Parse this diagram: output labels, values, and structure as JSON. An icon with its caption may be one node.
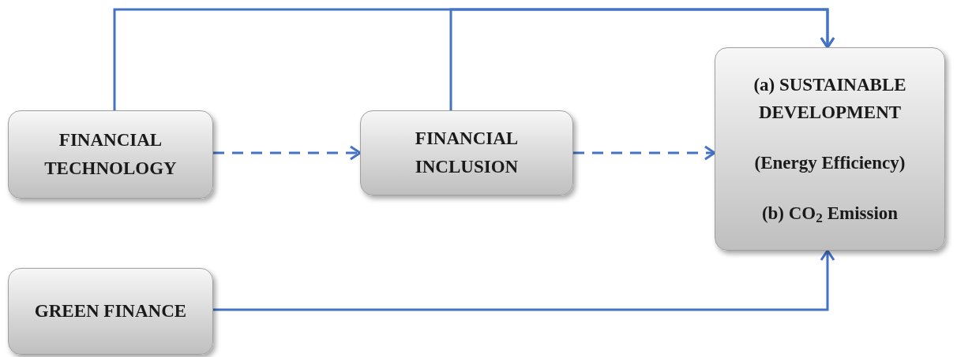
{
  "diagram": {
    "nodes": [
      {
        "text": [
          "FINANCIAL TECHNOLOGY"
        ]
      },
      {
        "text": [
          "FINANCIAL INCLUSION"
        ]
      },
      {
        "text": [
          "(a) SUSTAINABLE DEVELOPMENT",
          "(Energy Efficiency)",
          "(b) CO$_{2}$ Emission"
        ]
      },
      {
        "text": [
          "GREEN FINANCE"
        ]
      }
    ],
    "edges": [
      {
        "from": 0,
        "to": 1,
        "arrow": "to",
        "style": "dashed"
      },
      {
        "from": 1,
        "to": 2,
        "arrow": "to",
        "style": "dashed"
      },
      {
        "from": 0,
        "to": 2,
        "arrow": "to"
      },
      {
        "from": 1,
        "to": 2,
        "arrow": "to"
      },
      {
        "from": 3,
        "to": 2,
        "arrow": "to"
      }
    ]
  }
}
